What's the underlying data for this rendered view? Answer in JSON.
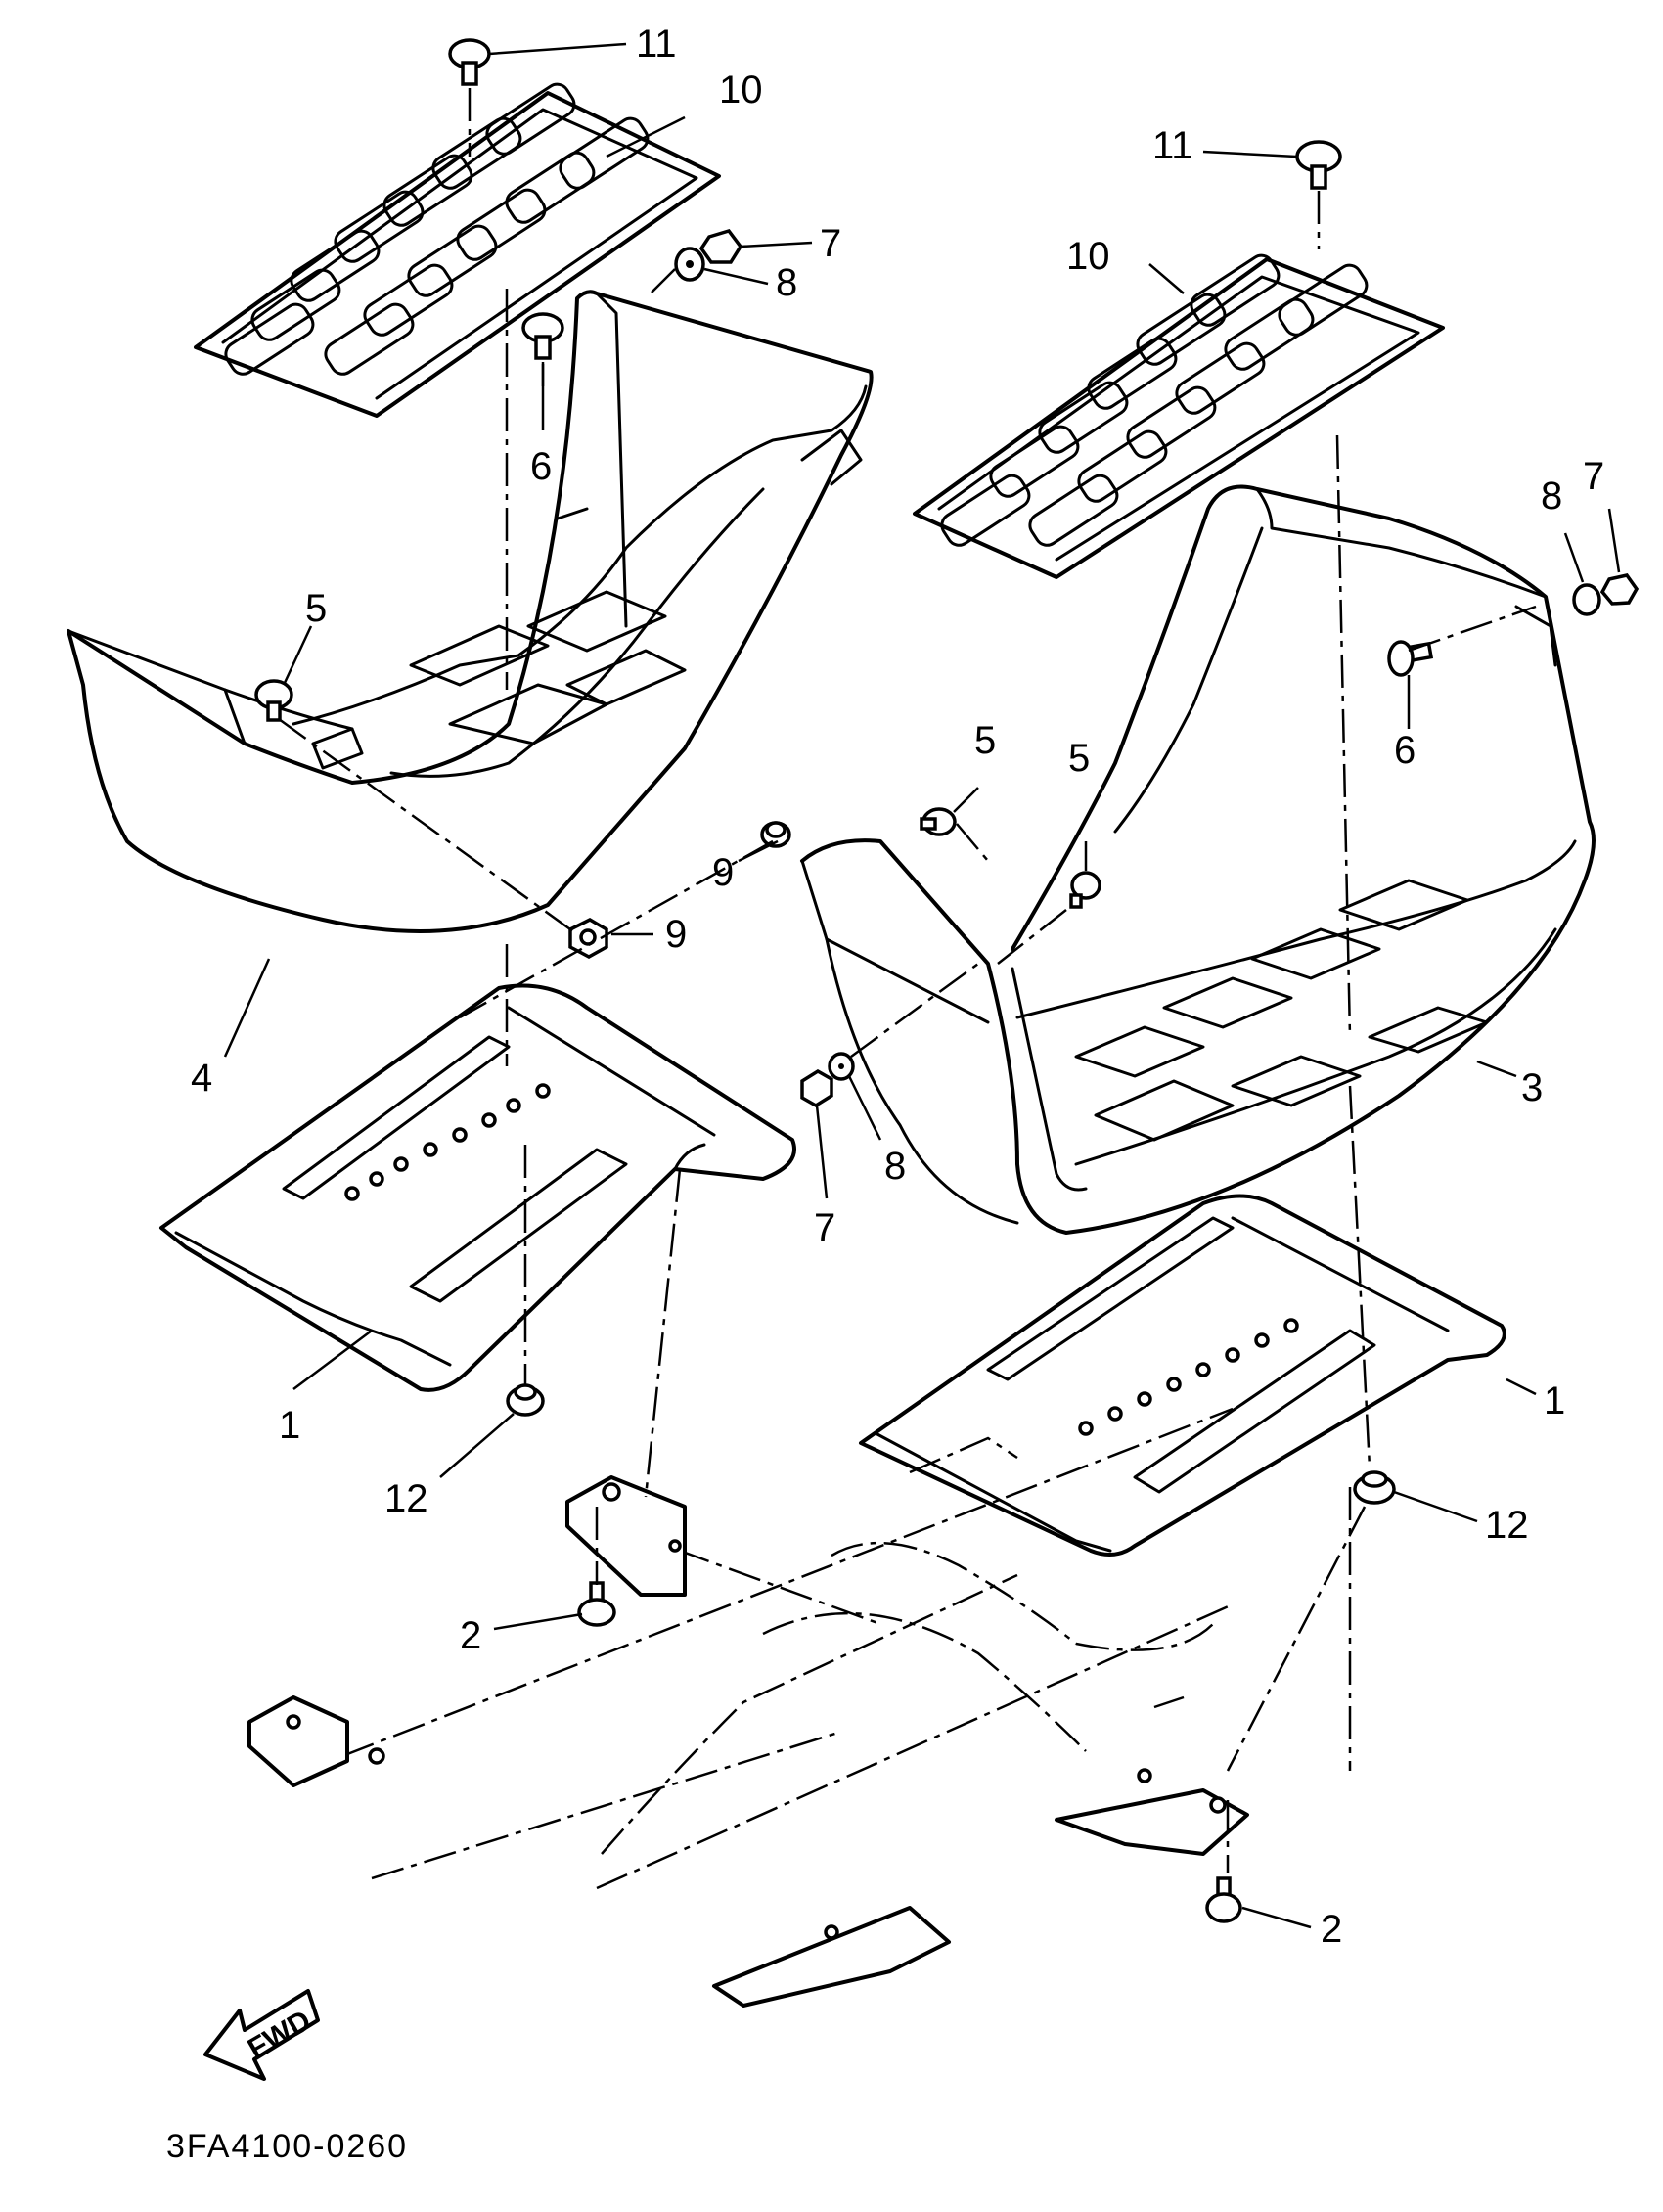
{
  "diagram": {
    "callouts": [
      {
        "id": "c11a",
        "text": "11"
      },
      {
        "id": "c10a",
        "text": "10"
      },
      {
        "id": "c7a",
        "text": "7"
      },
      {
        "id": "c8a",
        "text": "8"
      },
      {
        "id": "c6a",
        "text": "6"
      },
      {
        "id": "c5a",
        "text": "5"
      },
      {
        "id": "c9a",
        "text": "9"
      },
      {
        "id": "c9b",
        "text": "9"
      },
      {
        "id": "c4",
        "text": "4"
      },
      {
        "id": "c1a",
        "text": "1"
      },
      {
        "id": "c12a",
        "text": "12"
      },
      {
        "id": "c2a",
        "text": "2"
      },
      {
        "id": "c11b",
        "text": "11"
      },
      {
        "id": "c10b",
        "text": "10"
      },
      {
        "id": "c8b",
        "text": "8"
      },
      {
        "id": "c7b",
        "text": "7"
      },
      {
        "id": "c6b",
        "text": "6"
      },
      {
        "id": "c5b",
        "text": "5"
      },
      {
        "id": "c5c",
        "text": "5"
      },
      {
        "id": "c3",
        "text": "3"
      },
      {
        "id": "c8c",
        "text": "8"
      },
      {
        "id": "c7c",
        "text": "7"
      },
      {
        "id": "c1b",
        "text": "1"
      },
      {
        "id": "c12b",
        "text": "12"
      },
      {
        "id": "c2b",
        "text": "2"
      }
    ],
    "direction_label": "FWD",
    "figure_code": "3FA4100-0260"
  }
}
